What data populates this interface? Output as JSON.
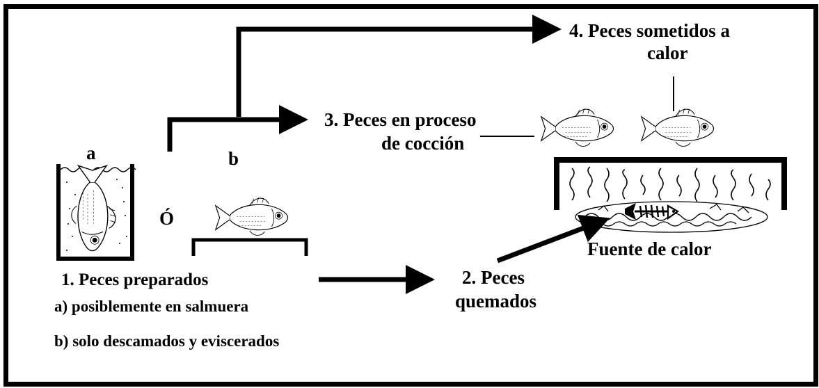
{
  "labels": {
    "step4_line1": "4. Peces sometidos a",
    "step4_line2": "calor",
    "step3_line1": "3. Peces en proceso",
    "step3_line2": "de cocción",
    "tag_a": "a",
    "tag_b": "b",
    "or": "Ó",
    "step1_title": "1. Peces preparados",
    "step1_a": "a)  posiblemente en salmuera",
    "step1_b": "b) solo descamados y  eviscerados",
    "step2_line1": "2. Peces",
    "step2_line2": "quemados",
    "heat_source": "Fuente de calor"
  },
  "colors": {
    "ink": "#000000",
    "background": "#ffffff"
  },
  "icons": [
    "fish-icon",
    "fish-skeleton-icon",
    "container-icon",
    "flame-icon"
  ]
}
